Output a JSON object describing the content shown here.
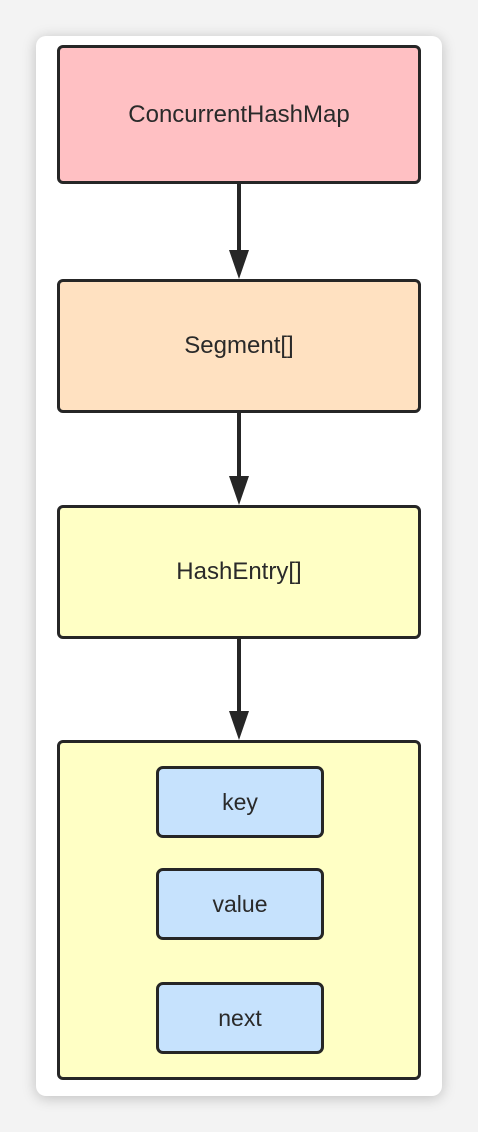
{
  "diagram": {
    "nodes": [
      {
        "id": "concurrent-hash-map",
        "label": "ConcurrentHashMap",
        "fill": "#ffc0c3"
      },
      {
        "id": "segment-array",
        "label": "Segment[]",
        "fill": "#ffe1c1"
      },
      {
        "id": "hash-entry-array",
        "label": "HashEntry[]",
        "fill": "#ffffc5"
      },
      {
        "id": "hash-entry",
        "label": "",
        "fill": "#ffffc5"
      }
    ],
    "fields": [
      {
        "id": "key",
        "label": "key",
        "fill": "#c6e2fd"
      },
      {
        "id": "value",
        "label": "value",
        "fill": "#c6e2fd"
      },
      {
        "id": "next",
        "label": "next",
        "fill": "#c6e2fd"
      }
    ],
    "edges": [
      {
        "from": "concurrent-hash-map",
        "to": "segment-array"
      },
      {
        "from": "segment-array",
        "to": "hash-entry-array"
      },
      {
        "from": "hash-entry-array",
        "to": "hash-entry"
      }
    ],
    "colors": {
      "border": "#262626",
      "background": "#f3f3f3",
      "card": "#ffffff"
    }
  }
}
